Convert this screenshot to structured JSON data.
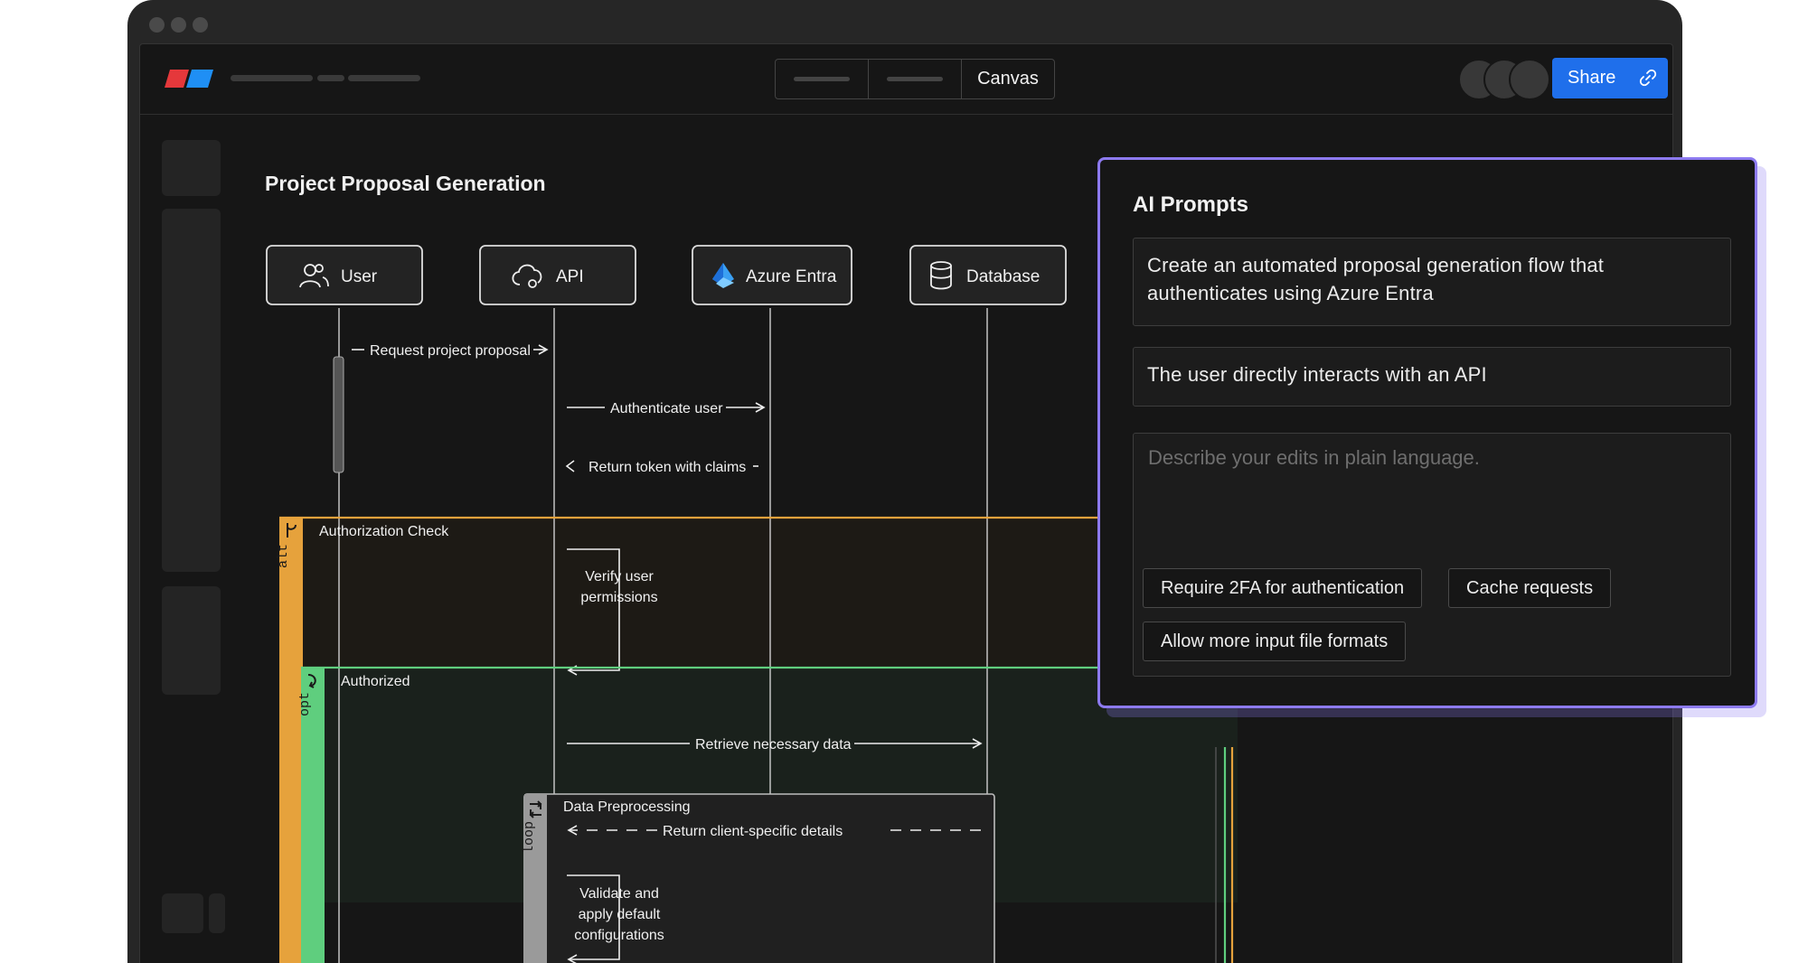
{
  "window": {
    "segmented_tabs": [
      {
        "label": ""
      },
      {
        "label": ""
      },
      {
        "label": "Canvas"
      }
    ],
    "share_label": "Share"
  },
  "diagram": {
    "title": "Project Proposal Generation",
    "participants": [
      {
        "label": "User",
        "icon": "users-icon"
      },
      {
        "label": "API",
        "icon": "cloud-gear-icon"
      },
      {
        "label": "Azure Entra",
        "icon": "azure-entra-logo"
      },
      {
        "label": "Database",
        "icon": "database-icon"
      }
    ],
    "messages": {
      "request_project_proposal": "Request project proposal",
      "authenticate_user": "Authenticate user",
      "return_token": "Return token with claims",
      "verify_permissions_line1": "Verify user",
      "verify_permissions_line2": "permissions",
      "retrieve_data": "Retrieve necessary data",
      "return_client_details": "Return client-specific details",
      "validate_line1": "Validate and",
      "validate_line2": "apply default",
      "validate_line3": "configurations"
    },
    "fragments": {
      "alt_tag": "alt",
      "alt_label": "Authorization Check",
      "opt_tag": "opt",
      "opt_label": "Authorized",
      "loop_tag": "loop",
      "loop_label": "Data Preprocessing"
    },
    "colors": {
      "alt": "#e6a23c",
      "opt": "#5fce7e",
      "loop": "#9a9a9a",
      "accent": "#1f6feb",
      "panel_border": "#8d7af0"
    }
  },
  "ai_panel": {
    "title": "AI Prompts",
    "prompts": [
      "Create an automated proposal generation flow that authenticates using Azure Entra",
      "The user directly interacts with an API"
    ],
    "edit_placeholder": "Describe your edits in plain language.",
    "suggestions": [
      "Require 2FA for authentication",
      "Cache requests",
      "Allow more input file formats"
    ]
  }
}
